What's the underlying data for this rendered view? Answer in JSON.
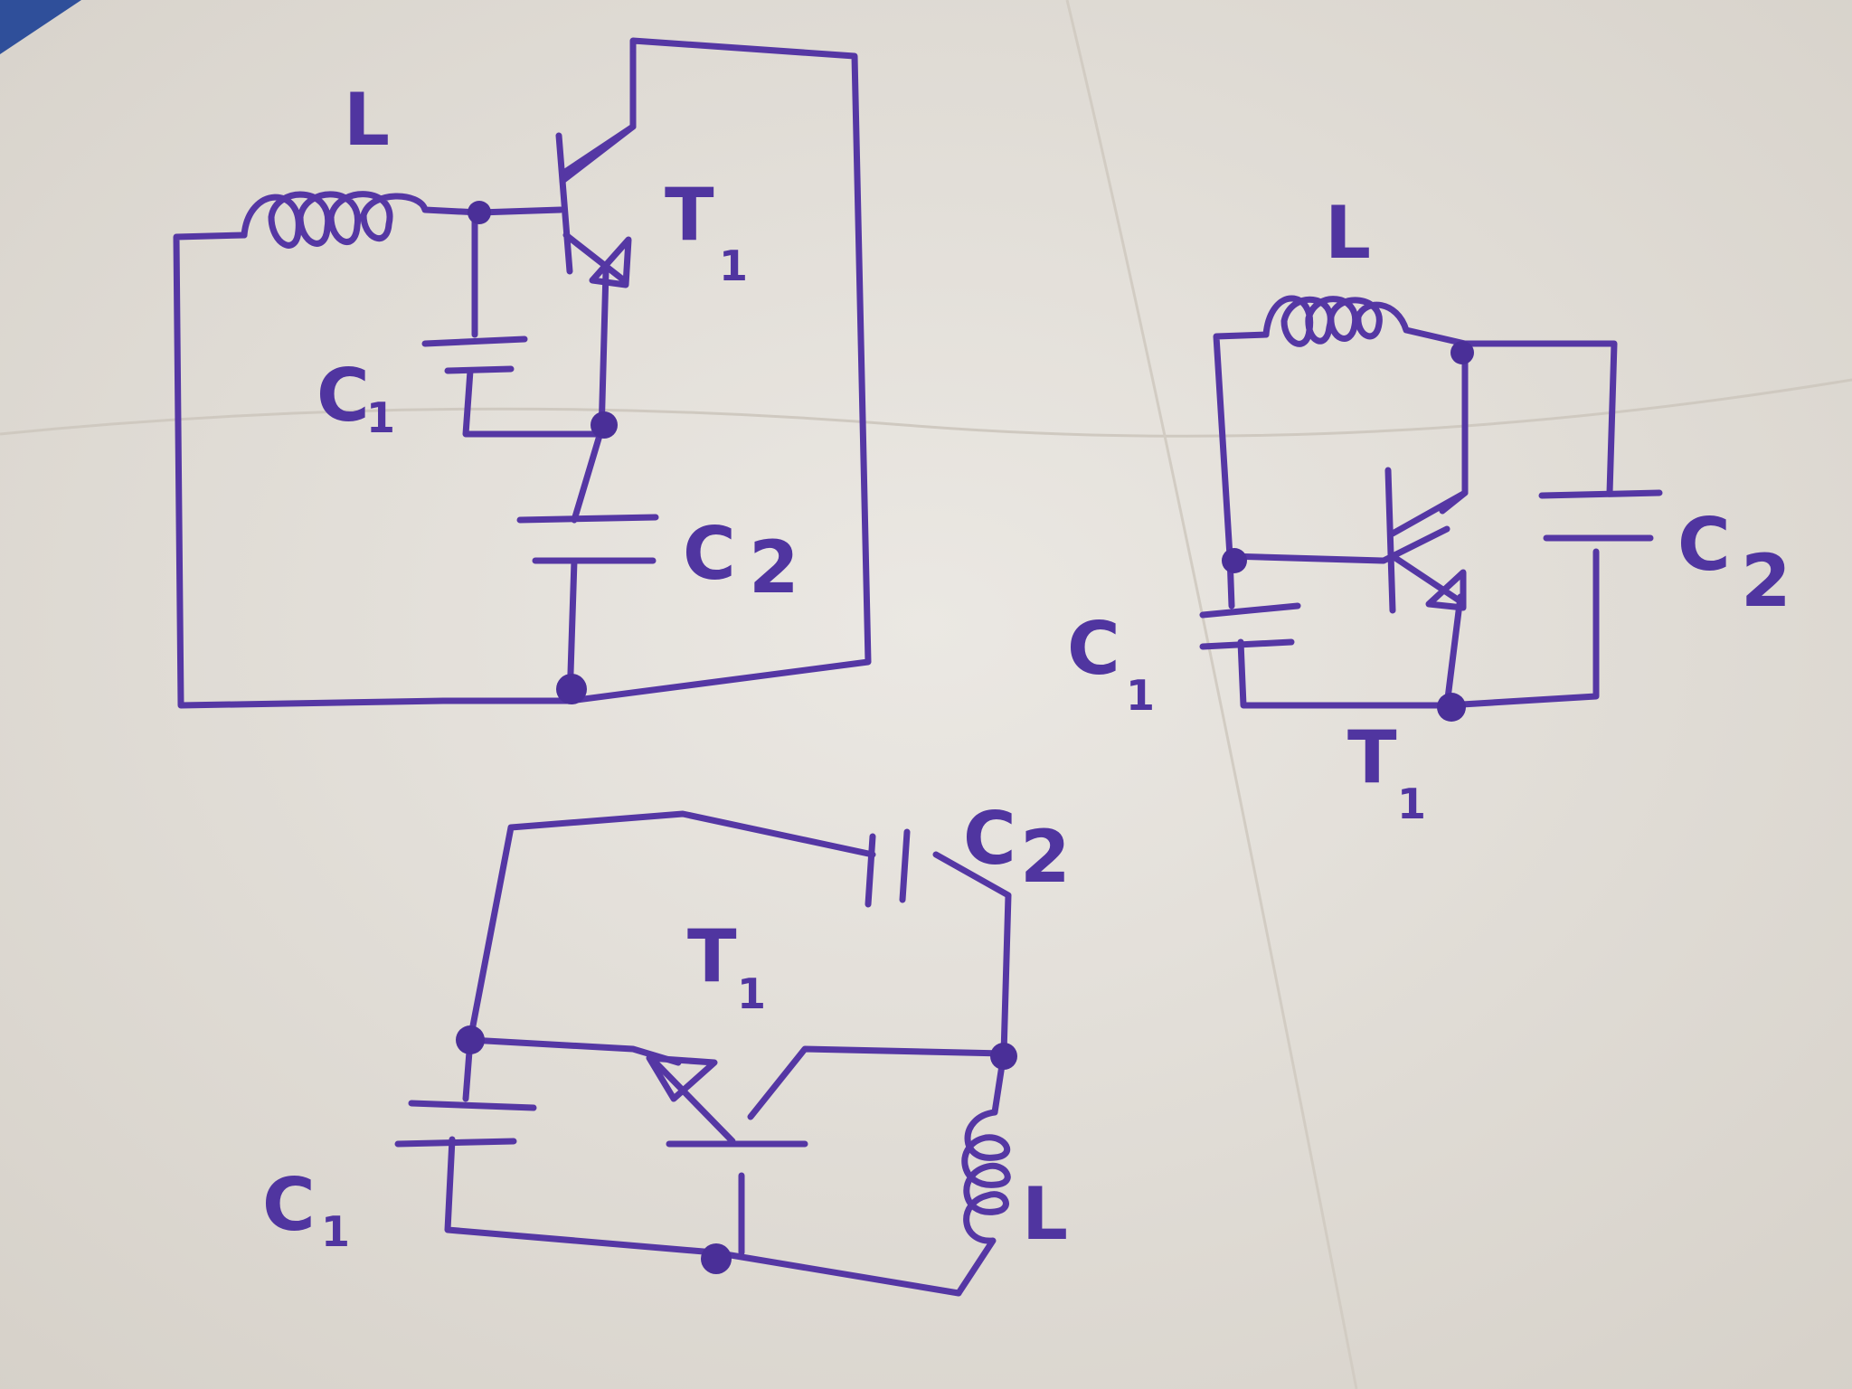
{
  "paper": {
    "color": "#e6e2dc",
    "ink_color": "#5537a4"
  },
  "circuits": [
    {
      "id": "circuit-1",
      "labels": {
        "inductor": "L",
        "transistor": "T",
        "transistor_sub": "1",
        "c1": "C",
        "c1_sub": "1",
        "c2": "C",
        "c2_sub": "2"
      }
    },
    {
      "id": "circuit-2",
      "labels": {
        "inductor": "L",
        "transistor": "T",
        "transistor_sub": "1",
        "c1": "C",
        "c1_sub": "1",
        "c2": "C",
        "c2_sub": "2"
      }
    },
    {
      "id": "circuit-3",
      "labels": {
        "inductor": "L",
        "transistor": "T",
        "transistor_sub": "1",
        "c1": "C",
        "c1_sub": "1",
        "c2": "C",
        "c2_sub": "2"
      }
    }
  ]
}
